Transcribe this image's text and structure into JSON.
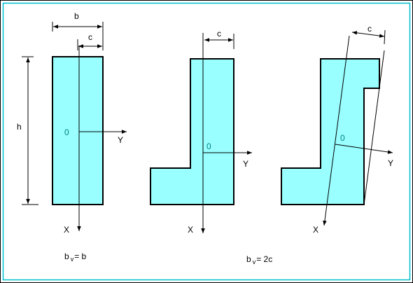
{
  "labels": {
    "b": "b",
    "c": "c",
    "h": "h",
    "origin": "0",
    "axis_x": "X",
    "axis_y": "Y"
  },
  "formulas": {
    "first": {
      "base": "b",
      "sub": "v",
      "rest": "= b"
    },
    "second": {
      "base": "b",
      "sub": "v",
      "rest": "= 2c"
    }
  },
  "colors": {
    "frame": "#00c0d0",
    "fill": "#99ffff",
    "stroke": "#000000",
    "origin_text": "#008080"
  }
}
